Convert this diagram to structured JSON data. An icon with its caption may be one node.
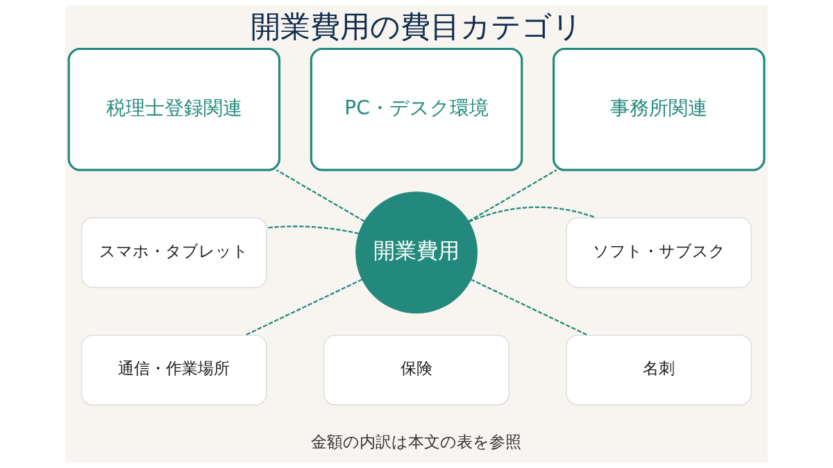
{
  "diagram": {
    "title": "開業費用の費目カテゴリ",
    "nodes": [
      {
        "text": [
          "税理士登録関連"
        ]
      },
      {
        "text": [
          "PC・デスク環境"
        ]
      },
      {
        "text": [
          "事務所関連"
        ]
      },
      {
        "text": [
          "スマホ・タブレット"
        ]
      },
      {
        "text": [
          "開業費用"
        ]
      },
      {
        "text": [
          "ソフト・サブスク"
        ]
      },
      {
        "text": [
          "通信・作業場所"
        ]
      },
      {
        "text": [
          "保険"
        ]
      },
      {
        "text": [
          "名刺"
        ]
      }
    ],
    "edges": [
      {
        "from": 4,
        "to": 0,
        "arrow": "none",
        "style": "dashed"
      },
      {
        "from": 4,
        "to": 2,
        "arrow": "none",
        "style": "dashed"
      },
      {
        "from": 4,
        "to": 3,
        "arrow": "none",
        "style": "dashed"
      },
      {
        "from": 4,
        "to": 5,
        "arrow": "none",
        "style": "dashed"
      },
      {
        "from": 4,
        "to": 6,
        "arrow": "none",
        "style": "dashed"
      },
      {
        "from": 4,
        "to": 8,
        "arrow": "none",
        "style": "dashed"
      }
    ],
    "labels": [
      "金額の内訳は本文の表を参照"
    ]
  }
}
